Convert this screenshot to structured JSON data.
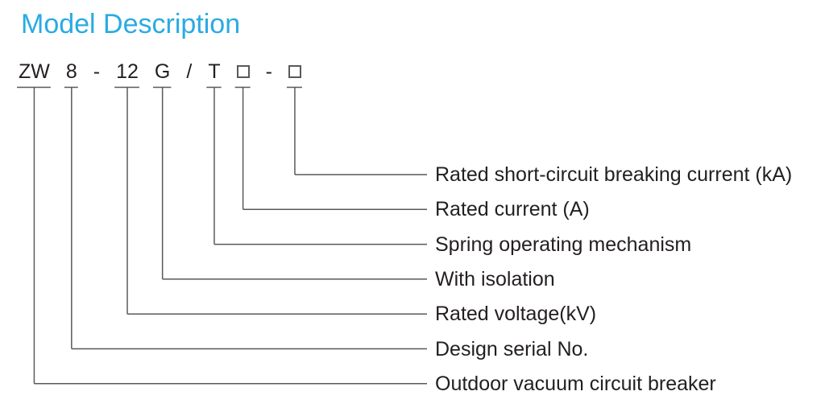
{
  "title": "Model Description",
  "colors": {
    "title": "#29abe2",
    "text": "#231f20",
    "line": "#58595b",
    "background": "#ffffff"
  },
  "model_code": {
    "full_code": "ZW8-12G/T□-□",
    "tokens": [
      {
        "text": "ZW",
        "type": "text",
        "connected": true
      },
      {
        "text": "8",
        "type": "text",
        "connected": true
      },
      {
        "text": "-",
        "type": "text",
        "connected": false
      },
      {
        "text": "12",
        "type": "text",
        "connected": true
      },
      {
        "text": "G",
        "type": "text",
        "connected": true
      },
      {
        "text": "/",
        "type": "text",
        "connected": false
      },
      {
        "text": "T",
        "type": "text",
        "connected": true
      },
      {
        "text": "",
        "type": "box",
        "connected": true
      },
      {
        "text": "-",
        "type": "text",
        "connected": false
      },
      {
        "text": "",
        "type": "box",
        "connected": true
      }
    ]
  },
  "legend": [
    {
      "label": "Rated short-circuit breaking current (kA)",
      "token_index": 9
    },
    {
      "label": "Rated current (A)",
      "token_index": 7
    },
    {
      "label": "Spring operating mechanism",
      "token_index": 6
    },
    {
      "label": "With isolation",
      "token_index": 4
    },
    {
      "label": "Rated voltage(kV)",
      "token_index": 3
    },
    {
      "label": "Design serial No.",
      "token_index": 1
    },
    {
      "label": "Outdoor vacuum circuit breaker",
      "token_index": 0
    }
  ]
}
